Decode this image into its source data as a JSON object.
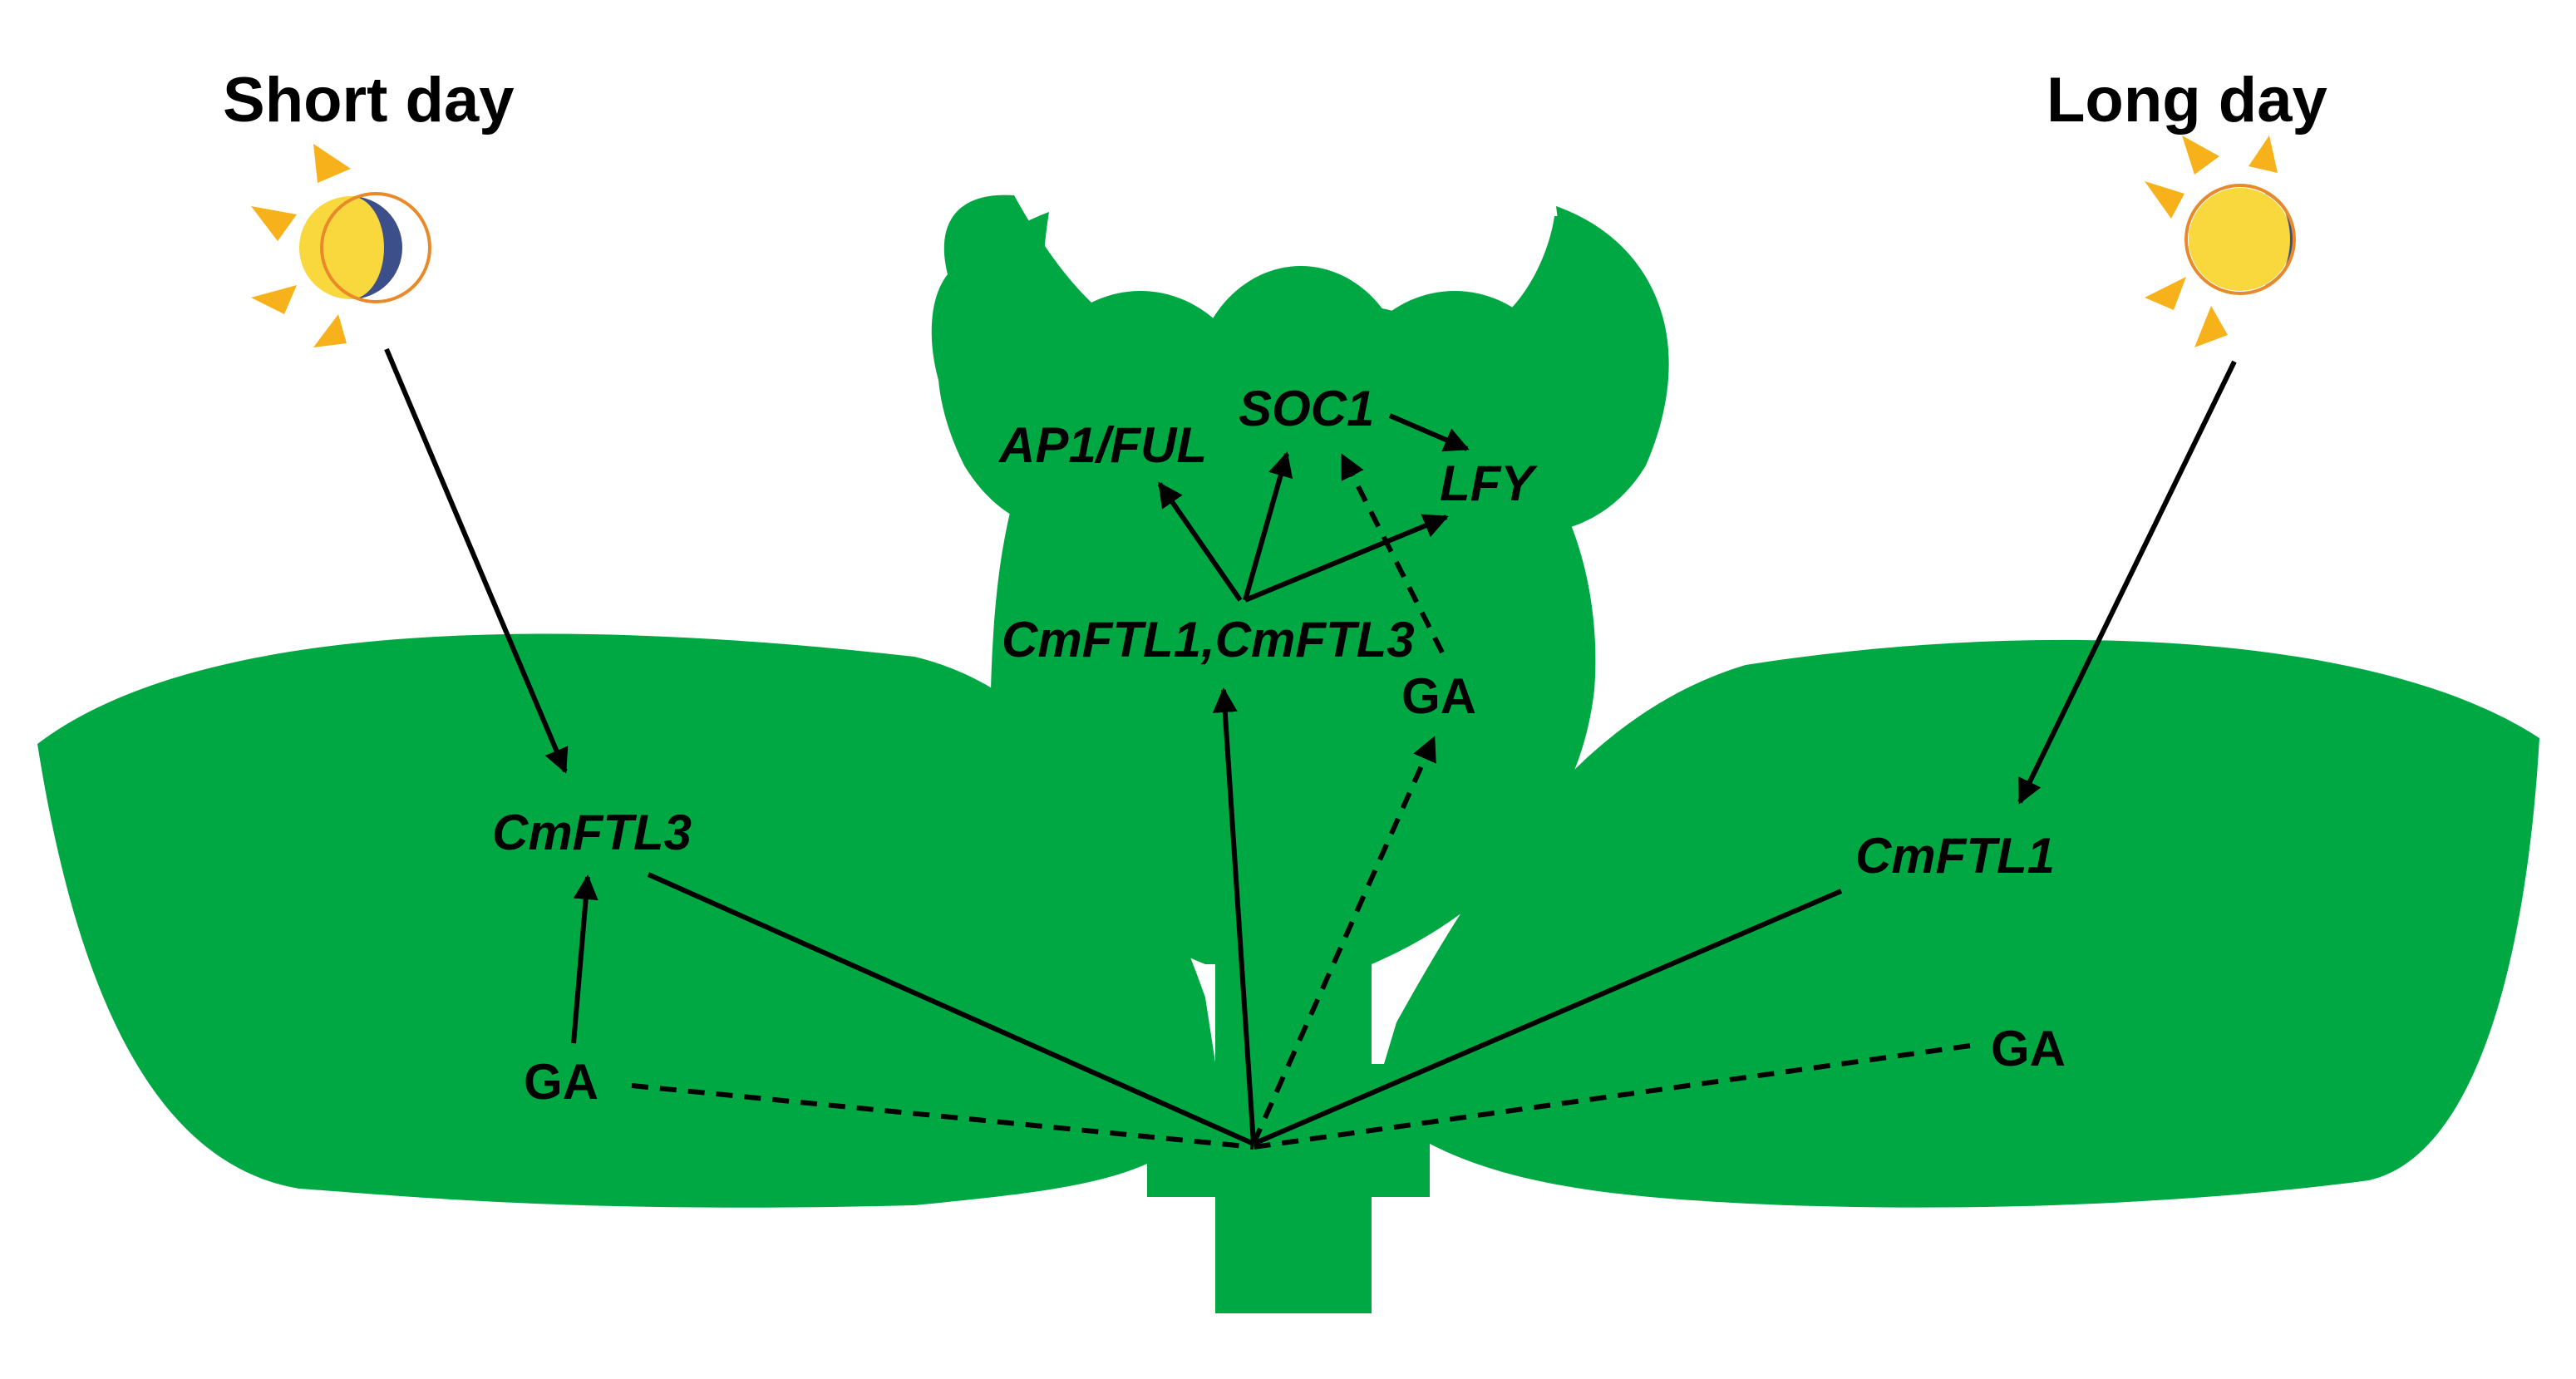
{
  "colors": {
    "plant": "#00A844",
    "sun_rays": "#F7B21B",
    "sun_face": "#F8D83C",
    "moon": "#3D4F8A",
    "arrows": "#000000"
  },
  "titles": {
    "short_day": "Short day",
    "long_day": "Long day"
  },
  "labels": {
    "cmftl3_leaf": "CmFTL3",
    "cmftl1_leaf": "CmFTL1",
    "ga_left": "GA",
    "ga_right": "GA",
    "ga_bud": "GA",
    "cmftl_bud": "CmFTL1,CmFTL3",
    "ap1_ful": "AP1/FUL",
    "soc1": "SOC1",
    "lfy": "LFY"
  },
  "icons": {
    "short_day": "sun-moon-icon",
    "long_day": "sun-moon-icon"
  },
  "edges": [
    {
      "from": "Short day",
      "to": "CmFTL3",
      "style": "solid"
    },
    {
      "from": "Long day",
      "to": "CmFTL1",
      "style": "solid"
    },
    {
      "from": "GA",
      "to": "CmFTL3",
      "style": "solid"
    },
    {
      "from": "CmFTL3",
      "to": "CmFTL1,CmFTL3",
      "style": "solid"
    },
    {
      "from": "CmFTL1",
      "to": "CmFTL1,CmFTL3",
      "style": "solid"
    },
    {
      "from": "GA",
      "to": "GA",
      "style": "dashed"
    },
    {
      "from": "CmFTL1,CmFTL3",
      "to": "AP1/FUL",
      "style": "solid"
    },
    {
      "from": "CmFTL1,CmFTL3",
      "to": "SOC1",
      "style": "solid"
    },
    {
      "from": "CmFTL1,CmFTL3",
      "to": "LFY",
      "style": "solid"
    },
    {
      "from": "SOC1",
      "to": "LFY",
      "style": "solid"
    },
    {
      "from": "GA",
      "to": "SOC1",
      "style": "dashed"
    }
  ]
}
